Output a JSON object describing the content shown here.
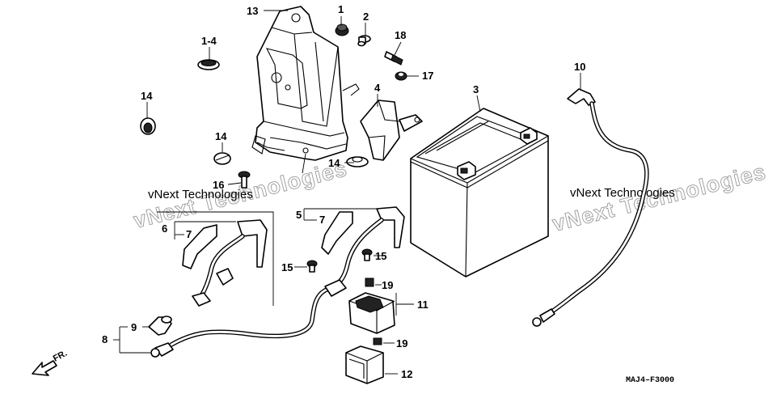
{
  "diagram_code": "MAJ4–F3000",
  "direction_label": "FR.",
  "watermarks": [
    {
      "line1": "vNext Technologies",
      "line2": "vNext Technologies"
    },
    {
      "line1": "vNext Technologies",
      "line2": "vNext Technologies"
    }
  ],
  "callouts": {
    "c1": "1",
    "c2": "2",
    "c3": "3",
    "c4": "4",
    "c5": "5",
    "c6": "6",
    "c7a": "7",
    "c7b": "7",
    "c8": "8",
    "c9": "9",
    "c10": "10",
    "c11": "11",
    "c12": "12",
    "c13": "13",
    "c14a": "1‑4",
    "c14b": "14",
    "c14c": "14",
    "c14d": "14",
    "c15a": "15",
    "c15b": "15",
    "c16": "16",
    "c17": "17",
    "c18": "18",
    "c19a": "19",
    "c19b": "19"
  }
}
